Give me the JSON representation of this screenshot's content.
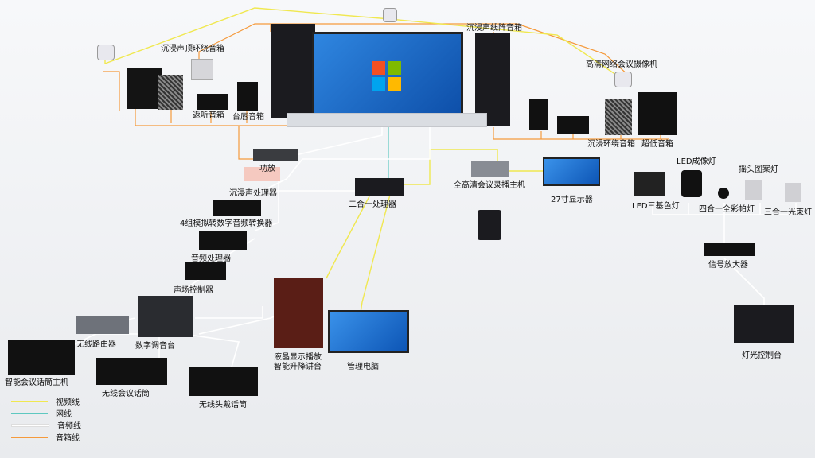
{
  "labels": {
    "ceiling_speaker": "沉浸声顶环绕音箱",
    "line_array": "沉浸声线阵音箱",
    "hd_camera": "高清网络会议摄像机",
    "monitor_speaker": "返听音箱",
    "podium_speaker": "台唇音箱",
    "surround_speaker": "沉浸环绕音箱",
    "subwoofer": "超低音箱",
    "amplifier": "功放",
    "immersive_processor": "沉浸声处理器",
    "ad_converter": "4组模拟转数字音频转换器",
    "audio_processor": "音频处理器",
    "sound_controller": "声场控制器",
    "two_in_one": "二合一处理器",
    "recorder": "全高清会议录播主机",
    "monitor_27": "27寸显示器",
    "led_spot": "LED成像灯",
    "moving_head": "摇头图案灯",
    "led_rgb": "LED三基色灯",
    "four_in_one": "四合一全彩帕灯",
    "three_in_one": "三合一光束灯",
    "signal_amp": "信号放大器",
    "lighting_console": "灯光控制台",
    "wireless_router": "无线路由器",
    "digital_mixer": "数字调音台",
    "conference_host": "智能会议话筒主机",
    "wireless_mic": "无线会议话筒",
    "headset_mic": "无线头戴话筒",
    "podium_line1": "液晶显示播放",
    "podium_line2": "智能升降讲台",
    "mgmt_pc": "管理电脑"
  },
  "legend": [
    {
      "label": "视频线",
      "color": "#f0e850"
    },
    {
      "label": "网线",
      "color": "#5ec8c0"
    },
    {
      "label": "音频线",
      "color": "#ffffff"
    },
    {
      "label": "音箱线",
      "color": "#f59a3c"
    }
  ],
  "colors": {
    "video": "#f0e850",
    "network": "#5ec8c0",
    "audio": "#ffffff",
    "speaker": "#f59a3c",
    "screen_blue": "#1d6fd1"
  }
}
